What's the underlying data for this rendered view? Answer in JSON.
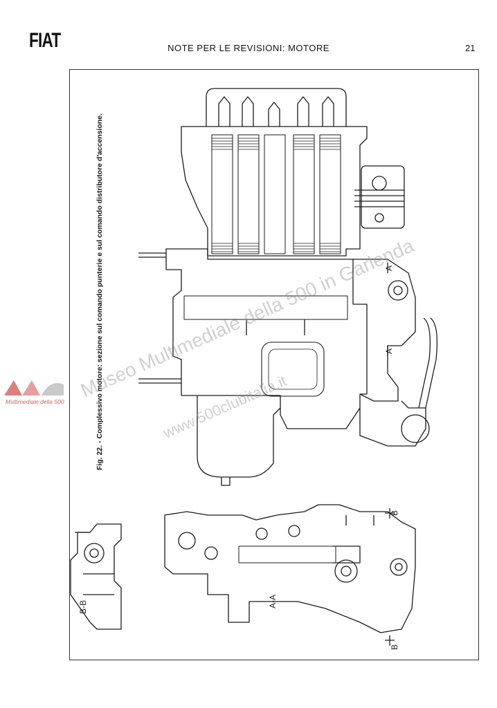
{
  "header": {
    "logo": "FIAT",
    "title": "NOTE PER LE REVISIONI: MOTORE",
    "page_number": "21"
  },
  "figure": {
    "caption": "Fig. 22. - Complessivo motore: sezione sul comando punterie e sul comando distributore d'accensione.",
    "section_labels": {
      "aa_main": "A-A",
      "bb_main": "B-B",
      "a_marker": "A",
      "b_marker": "B"
    }
  },
  "watermark": {
    "line1": "Museo Multimediale della 500 in Garlenda",
    "line2": "www.500clubitalia.it",
    "logo_text": "Multimediale della 500"
  },
  "colors": {
    "ink": "#1a1a1a",
    "watermark": "#9a9a9a",
    "watermark_logo": "#c83030"
  }
}
